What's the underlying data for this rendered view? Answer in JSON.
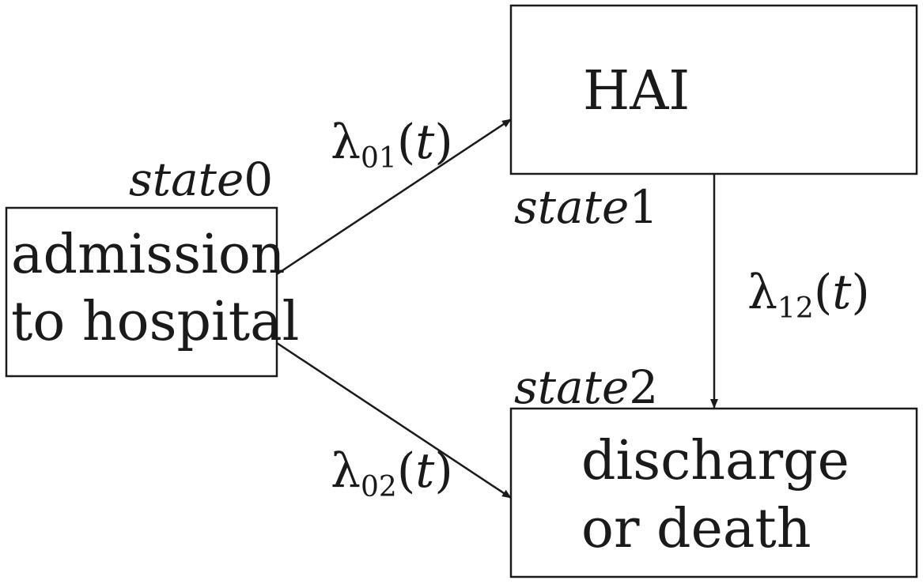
{
  "diagram": {
    "type": "multi-state model",
    "colors": {
      "stroke": "#1a1a1a",
      "background": "#ffffff"
    },
    "nodes": {
      "state0": {
        "state_word": "state",
        "state_number": "0",
        "lines": [
          "admission",
          "to hospital"
        ]
      },
      "state1": {
        "state_word": "state",
        "state_number": "1",
        "lines": [
          "HAI"
        ]
      },
      "state2": {
        "state_word": "state",
        "state_number": "2",
        "lines": [
          "discharge",
          "or death"
        ]
      }
    },
    "transitions": {
      "t01": {
        "from": "state0",
        "to": "state1",
        "symbol": "λ",
        "subscript": "01",
        "argument": "t"
      },
      "t02": {
        "from": "state0",
        "to": "state2",
        "symbol": "λ",
        "subscript": "02",
        "argument": "t"
      },
      "t12": {
        "from": "state1",
        "to": "state2",
        "symbol": "λ",
        "subscript": "12",
        "argument": "t"
      }
    }
  }
}
